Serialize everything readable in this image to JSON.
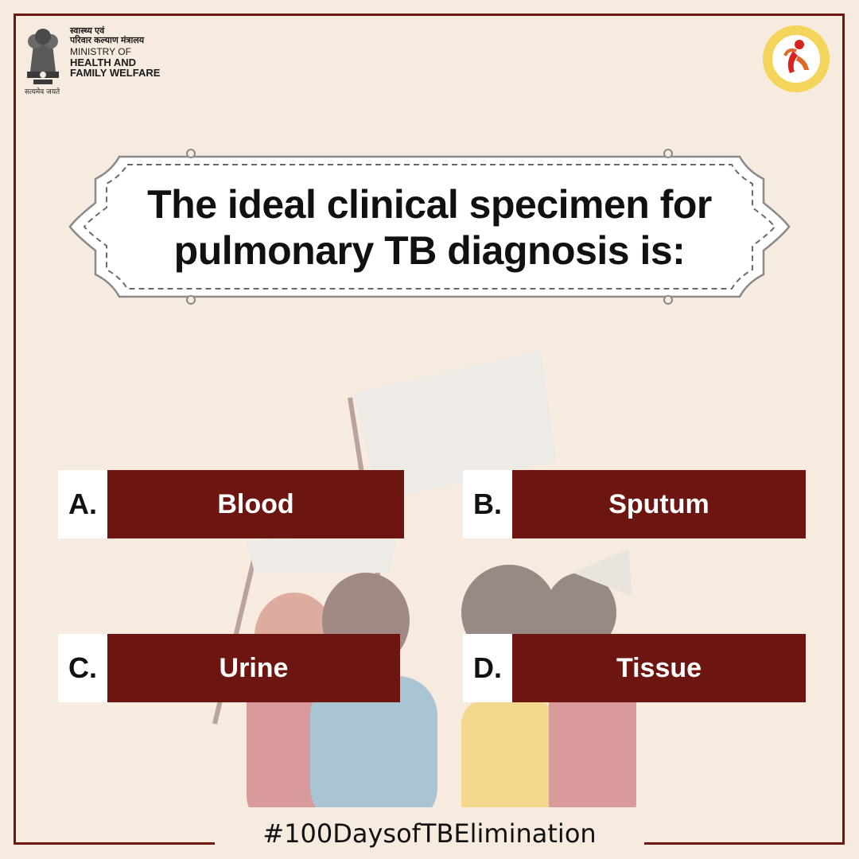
{
  "header": {
    "ministry_hindi_line1": "स्वास्थ्य एवं",
    "ministry_hindi_line2": "परिवार कल्याण मंत्रालय",
    "ministry_en_line1": "MINISTRY OF",
    "ministry_en_line2": "HEALTH AND",
    "ministry_en_line3": "FAMILY WELFARE",
    "emblem_motto": "सत्यमेव जयते",
    "ntep_logo_icon": "ntep-logo-icon"
  },
  "question": {
    "line1": "The ideal clinical specimen for",
    "line2": "pulmonary TB diagnosis is:"
  },
  "options": [
    {
      "letter": "A.",
      "text": "Blood"
    },
    {
      "letter": "B.",
      "text": "Sputum"
    },
    {
      "letter": "C.",
      "text": "Urine"
    },
    {
      "letter": "D.",
      "text": "Tissue"
    }
  ],
  "hashtag": "#100DaysofTBElimination",
  "colors": {
    "background": "#f7eadf",
    "accent": "#6d1511",
    "text": "#111111"
  }
}
